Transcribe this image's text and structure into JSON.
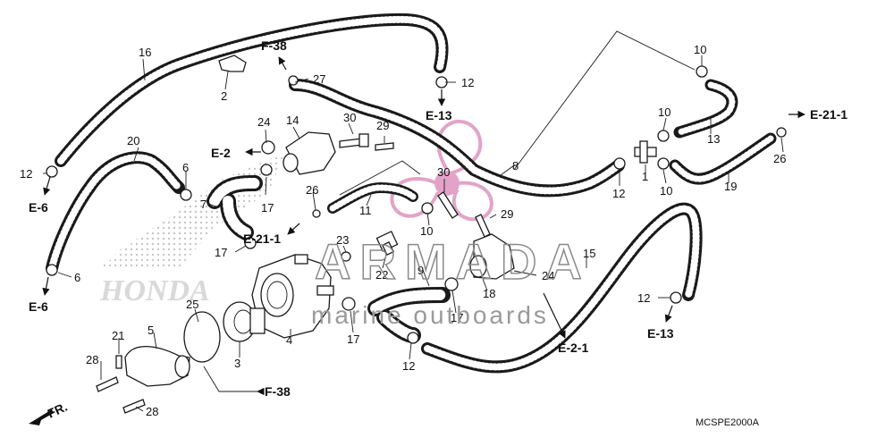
{
  "diagram": {
    "watermark": {
      "brand": "ARMADA",
      "tagline": "marine outboards",
      "honda_text": "HONDA",
      "logo_color": "#e3a3c8"
    },
    "code": "MCSPE2000A",
    "direction": "FR.",
    "refs": {
      "f38_top": "F-38",
      "e13_top": "E-13",
      "e211_right": "E-21-1",
      "e2": "E-2",
      "e211_mid": "E-21-1",
      "e6_a": "E-6",
      "e6_b": "E-6",
      "e21_bottom": "E-2-1",
      "e13_right": "E-13",
      "f38_bottom": "F-38"
    },
    "labels": {
      "n16": "16",
      "n2": "2",
      "n27": "27",
      "n12a": "12",
      "n10a": "10",
      "n24a": "24",
      "n14": "14",
      "n30a": "30",
      "n29a": "29",
      "n8": "8",
      "n10b": "10",
      "n13": "13",
      "n26a": "26",
      "n1": "1",
      "n12b": "12",
      "n10c": "10",
      "n19": "19",
      "n20": "20",
      "n12c": "12",
      "n6a": "6",
      "n7": "7",
      "n17a": "17",
      "n26b": "26",
      "n11": "11",
      "n30b": "30",
      "n29b": "29",
      "n10d": "10",
      "n17b": "17",
      "n23": "23",
      "n22": "22",
      "n9": "9",
      "n24b": "24",
      "n15": "15",
      "n6b": "6",
      "n25": "25",
      "n18": "18",
      "n17c": "17",
      "n12d": "12",
      "n17d": "17",
      "n4": "4",
      "n5": "5",
      "n21": "21",
      "n3": "3",
      "n12e": "12",
      "n28a": "28",
      "n28b": "28"
    },
    "icons": [
      "arrow-icon",
      "clamp-icon",
      "bolt-icon",
      "hose-icon",
      "thermostat-icon"
    ]
  }
}
